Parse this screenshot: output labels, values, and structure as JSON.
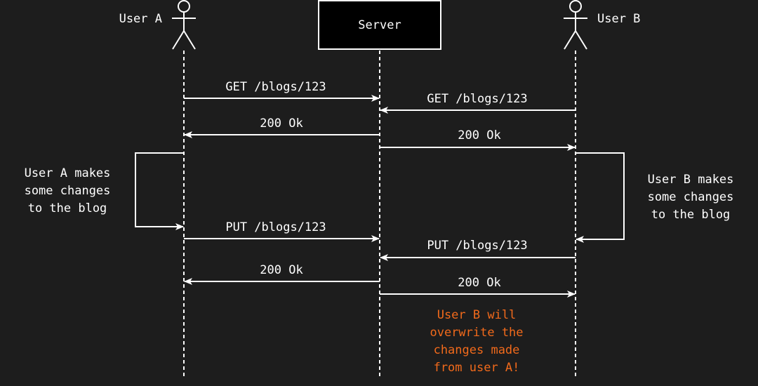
{
  "actors": {
    "user_a": "User A",
    "server": "Server",
    "user_b": "User B"
  },
  "messages": {
    "a_get": "GET /blogs/123",
    "b_get": "GET /blogs/123",
    "a_get_resp": "200 Ok",
    "b_get_resp": "200 Ok",
    "a_put": "PUT /blogs/123",
    "b_put": "PUT /blogs/123",
    "a_put_resp": "200 Ok",
    "b_put_resp": "200 Ok"
  },
  "notes": {
    "user_a_edit": [
      "User A makes",
      "some changes",
      "to the blog"
    ],
    "user_b_edit": [
      "User B makes",
      "some changes",
      "to the blog"
    ],
    "warning": [
      "User B will",
      "overwrite the",
      "changes made",
      "from user A!"
    ]
  },
  "colors": {
    "background": "#1d1d1d",
    "foreground": "#ffffff",
    "warning": "#f26a1b"
  }
}
